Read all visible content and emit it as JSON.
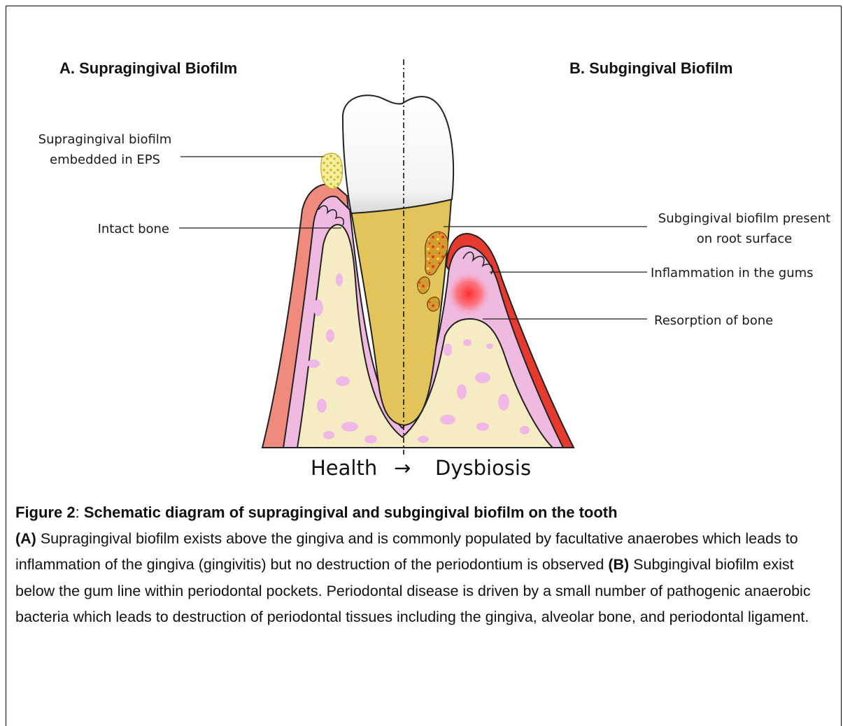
{
  "panels": {
    "a_title": "A. Supragingival Biofilm",
    "b_title": "B. Subgingival Biofilm"
  },
  "labels": {
    "supra_biofilm_line1": "Supragingival biofilm",
    "supra_biofilm_line2": "embedded in EPS",
    "intact_bone": "Intact bone",
    "sub_biofilm_line1": "Subgingival biofilm present",
    "sub_biofilm_line2": "on root surface",
    "inflammation": "Inflammation in the gums",
    "resorption": "Resorption of bone"
  },
  "transition": {
    "health": "Health",
    "arrow": "→",
    "dysbiosis": "Dysbiosis"
  },
  "caption": {
    "figure_label": "Figure 2",
    "colon": ":",
    "title": "Schematic diagram of supragingival and subgingival biofilm on the tooth",
    "a_marker": "(A)",
    "a_text": " Supragingival biofilm exists above the gingiva and is commonly populated by facultative anaerobes which leads to inflammation of the gingiva (gingivitis) but no destruction of the periodontium is observed ",
    "b_marker": "(B)",
    "b_text": " Subgingival biofilm exist below the gum line within periodontal pockets. Periodontal disease is driven by a small number of pathogenic anaerobic bacteria which leads to destruction of periodontal tissues including the gingiva, alveolar bone, and periodontal ligament."
  },
  "colors": {
    "bone": "#f6ecc4",
    "bone_spots": "#f0b8e6",
    "ligament": "#f0b9df",
    "gingiva_healthy": "#f08a7c",
    "gingiva_inflamed": "#e63a2e",
    "enamel": "#ffffff",
    "root": "#e2c45a",
    "biofilm": "#d89a2c"
  }
}
